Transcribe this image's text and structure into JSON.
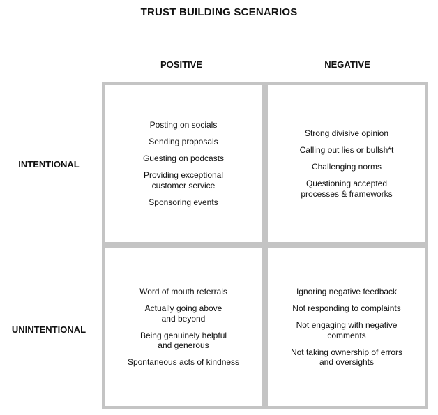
{
  "title": "TRUST BUILDING SCENARIOS",
  "columns": [
    "POSITIVE",
    "NEGATIVE"
  ],
  "rows": [
    "INTENTIONAL",
    "UNINTENTIONAL"
  ],
  "quadrants": {
    "intentional_positive": [
      "Posting on socials",
      "Sending proposals",
      "Guesting on podcasts",
      "Providing exceptional\ncustomer service",
      "Sponsoring events"
    ],
    "intentional_negative": [
      "Strong divisive opinion",
      "Calling out lies or bullsh*t",
      "Challenging norms",
      "Questioning accepted\nprocesses & frameworks"
    ],
    "unintentional_positive": [
      "Word of mouth referrals",
      "Actually going above\nand beyond",
      "Being genuinely helpful\nand generous",
      "Spontaneous acts of kindness"
    ],
    "unintentional_negative": [
      "Ignoring negative feedback",
      "Not responding to complaints",
      "Not engaging with negative\ncomments",
      "Not taking ownership of errors\nand oversights"
    ]
  },
  "colors": {
    "grid_border": "#c4c4c4",
    "text": "#111111",
    "background": "#ffffff"
  }
}
